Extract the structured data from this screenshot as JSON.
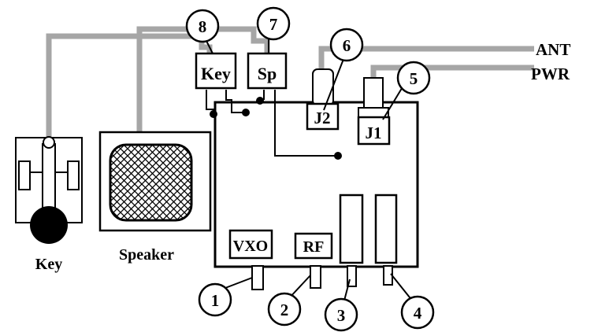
{
  "labels": {
    "key_box": "Key",
    "sp_box": "Sp",
    "j2": "J2",
    "j1": "J1",
    "vxo": "VXO",
    "rf": "RF",
    "ant": "ANT",
    "pwr": "PWR",
    "key_caption": "Key",
    "speaker_caption": "Speaker"
  },
  "callouts": [
    "1",
    "2",
    "3",
    "4",
    "5",
    "6",
    "7",
    "8"
  ],
  "colors": {
    "cable": "#a6a6a6",
    "line": "#000000",
    "fill": "#ffffff"
  }
}
